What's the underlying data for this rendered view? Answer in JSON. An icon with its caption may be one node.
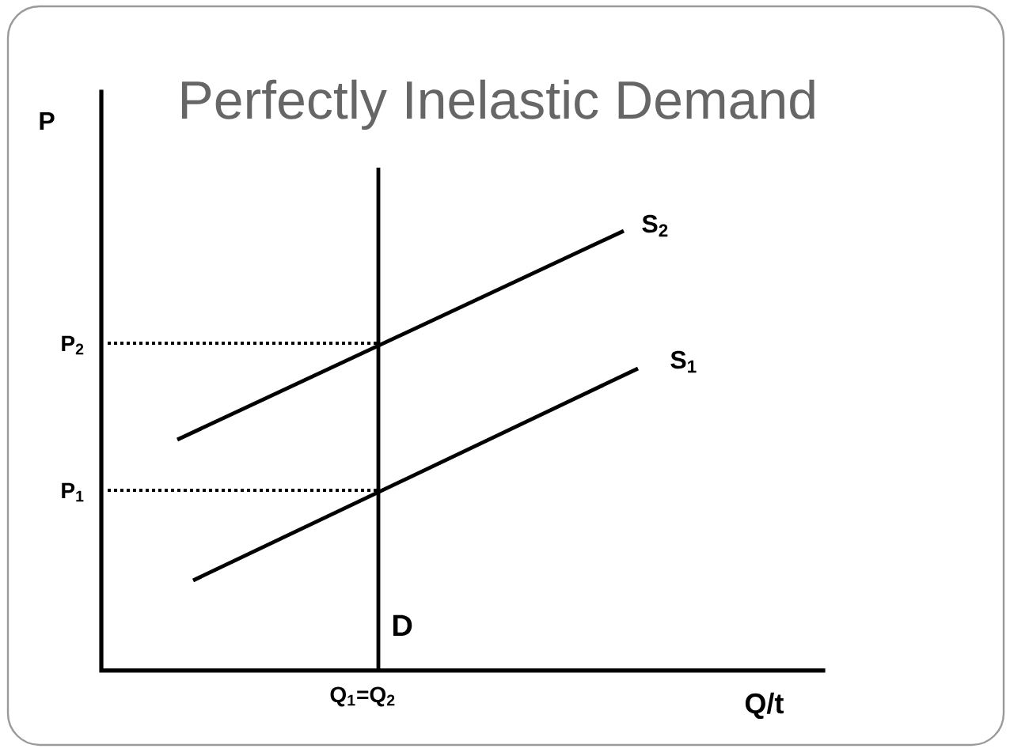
{
  "diagram": {
    "title": "Perfectly Inelastic Demand",
    "labels": [
      "P",
      "S$_{2}$",
      "P$_{2}$",
      "S$_{1}$",
      "P$_{1}$",
      "D",
      "Q$_{1}$=Q$_{2}$",
      "Q/t"
    ]
  }
}
